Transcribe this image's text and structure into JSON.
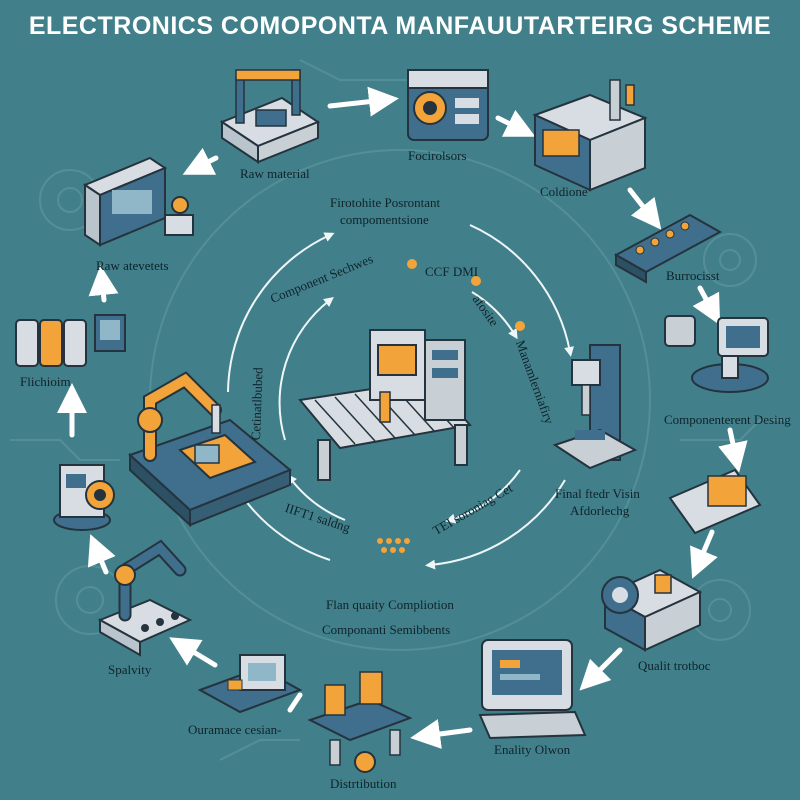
{
  "title": "ELECTRONICS COMOPONTA MANFAUUTARTEIRG SCHEME",
  "outer_steps": [
    {
      "id": "raw",
      "label": "Raw material",
      "icon": "assembly-machine-icon"
    },
    {
      "id": "foci",
      "label": "Focirolsors",
      "icon": "camera-unit-icon"
    },
    {
      "id": "coldione",
      "label": "Coldione",
      "icon": "control-cabinet-icon"
    },
    {
      "id": "burrocisst",
      "label": "Burrocisst",
      "icon": "component-tray-icon"
    },
    {
      "id": "design",
      "label": "Componenterent Desing",
      "icon": "robot-camera-icon"
    },
    {
      "id": "qualit",
      "label": "Qualit trotboc",
      "icon": "inspection-machine-icon"
    },
    {
      "id": "enality",
      "label": "Enality Olwon",
      "icon": "computer-terminal-icon"
    },
    {
      "id": "distribution",
      "label": "Distrtibution",
      "icon": "conveyor-robot-icon"
    },
    {
      "id": "ouramace",
      "label": "Ouramace cesian-",
      "icon": "workstation-icon"
    },
    {
      "id": "spalvity",
      "label": "Spalvity",
      "icon": "robotic-arm-icon"
    },
    {
      "id": "gear",
      "label": "",
      "icon": "gear-machine-icon"
    },
    {
      "id": "flichioim",
      "label": "Flichioim",
      "icon": "battery-cells-icon"
    },
    {
      "id": "raw-atevetets",
      "label": "Raw atevetets",
      "icon": "control-panel-icon"
    }
  ],
  "inner_labels": {
    "top": "Firotohite Posrontant",
    "top2": "compomentsione",
    "component_sechwes": "Component Sechwes",
    "ccf": "CCF DMI",
    "atosite": "afosite",
    "left_vertical": "Cetinatlbubed",
    "right_vertical": "Manamlerniafiry",
    "right_lower": "Final ftedr Visin",
    "right_lower2": "Afdorlechg",
    "lift": "IIFT1 saldng",
    "tel": "TEI soroniag Cet",
    "bottom": "Flan quaity Compliotion",
    "bottom2": "Componanti Semibbents"
  },
  "colors": {
    "background": "#41808a",
    "accent_orange": "#f2a43a",
    "machine_blue": "#3f6f8c",
    "arrow_white": "#ffffff"
  }
}
